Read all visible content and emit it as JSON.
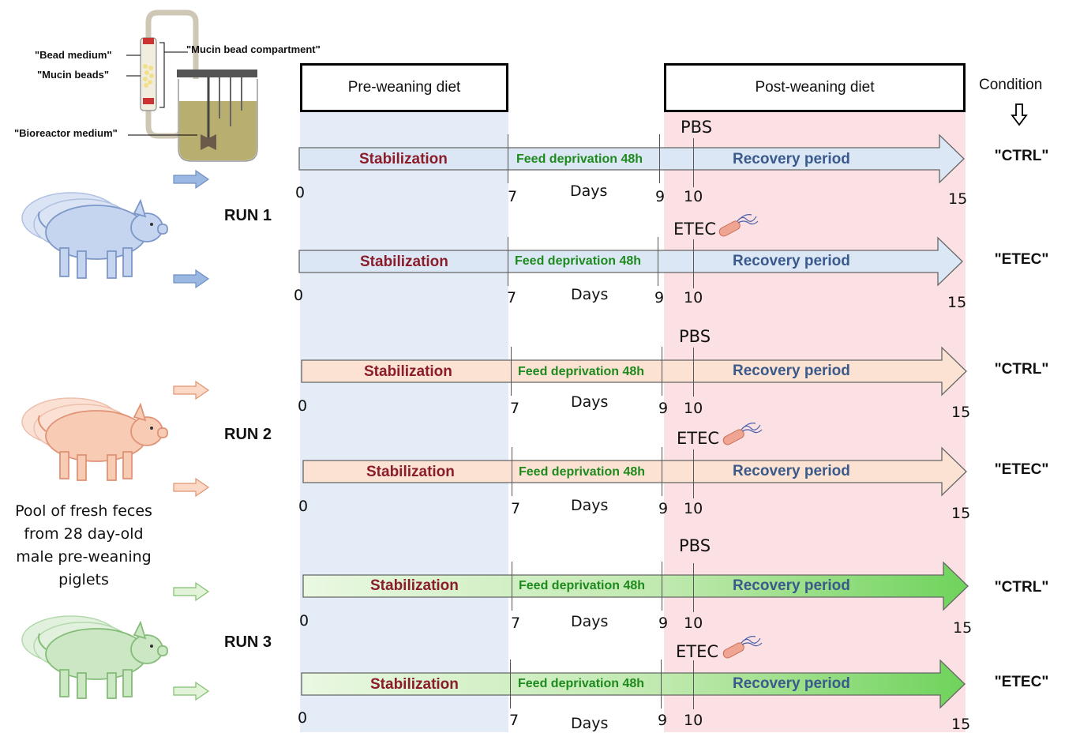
{
  "header": {
    "pre_weaning": "Pre-weaning diet",
    "post_weaning": "Post-weaning diet",
    "condition": "Condition"
  },
  "bioreactor": {
    "bead_medium": "\"Bead medium\"",
    "mucin_beads": "\"Mucin beads\"",
    "compartment": "\"Mucin bead compartment\"",
    "bioreactor_medium": "\"Bioreactor medium\""
  },
  "side_text": "Pool of fresh feces from 28 day-old male pre-weaning piglets",
  "colors": {
    "run1": "#dbe7f5",
    "run2": "#fbe2d2",
    "run3_start": "#e6f7dc",
    "run3_end": "#7dd86a",
    "stabilization": "#8b1c2a",
    "feed": "#1e8a1e",
    "recovery": "#3b5a8c"
  },
  "runs": [
    {
      "label": "RUN 1",
      "rows": [
        {
          "stabilization": "Stabilization",
          "feed": "Feed deprivation 48h",
          "recovery": "Recovery period",
          "marker": "PBS",
          "condition": "\"CTRL\"",
          "ticks": [
            "0",
            "7",
            "9",
            "10",
            "15"
          ],
          "days": "Days"
        },
        {
          "stabilization": "Stabilization",
          "feed": "Feed deprivation 48h",
          "recovery": "Recovery period",
          "marker": "ETEC",
          "condition": "\"ETEC\"",
          "ticks": [
            "0",
            "7",
            "9",
            "10",
            "15"
          ],
          "days": "Days"
        }
      ]
    },
    {
      "label": "RUN 2",
      "rows": [
        {
          "stabilization": "Stabilization",
          "feed": "Feed deprivation 48h",
          "recovery": "Recovery period",
          "marker": "PBS",
          "condition": "\"CTRL\"",
          "ticks": [
            "0",
            "7",
            "9",
            "10",
            "15"
          ],
          "days": "Days"
        },
        {
          "stabilization": "Stabilization",
          "feed": "Feed deprivation 48h",
          "recovery": "Recovery period",
          "marker": "ETEC",
          "condition": "\"ETEC\"",
          "ticks": [
            "0",
            "7",
            "9",
            "10",
            "15"
          ],
          "days": "Days"
        }
      ]
    },
    {
      "label": "RUN 3",
      "rows": [
        {
          "stabilization": "Stabilization",
          "feed": "Feed deprivation 48h",
          "recovery": "Recovery period",
          "marker": "PBS",
          "condition": "\"CTRL\"",
          "ticks": [
            "0",
            "7",
            "9",
            "10",
            "15"
          ],
          "days": "Days"
        },
        {
          "stabilization": "Stabilization",
          "feed": "Feed deprivation 48h",
          "recovery": "Recovery period",
          "marker": "ETEC",
          "condition": "\"ETEC\"",
          "ticks": [
            "0",
            "7",
            "9",
            "10",
            "15"
          ],
          "days": "Days"
        }
      ]
    }
  ]
}
